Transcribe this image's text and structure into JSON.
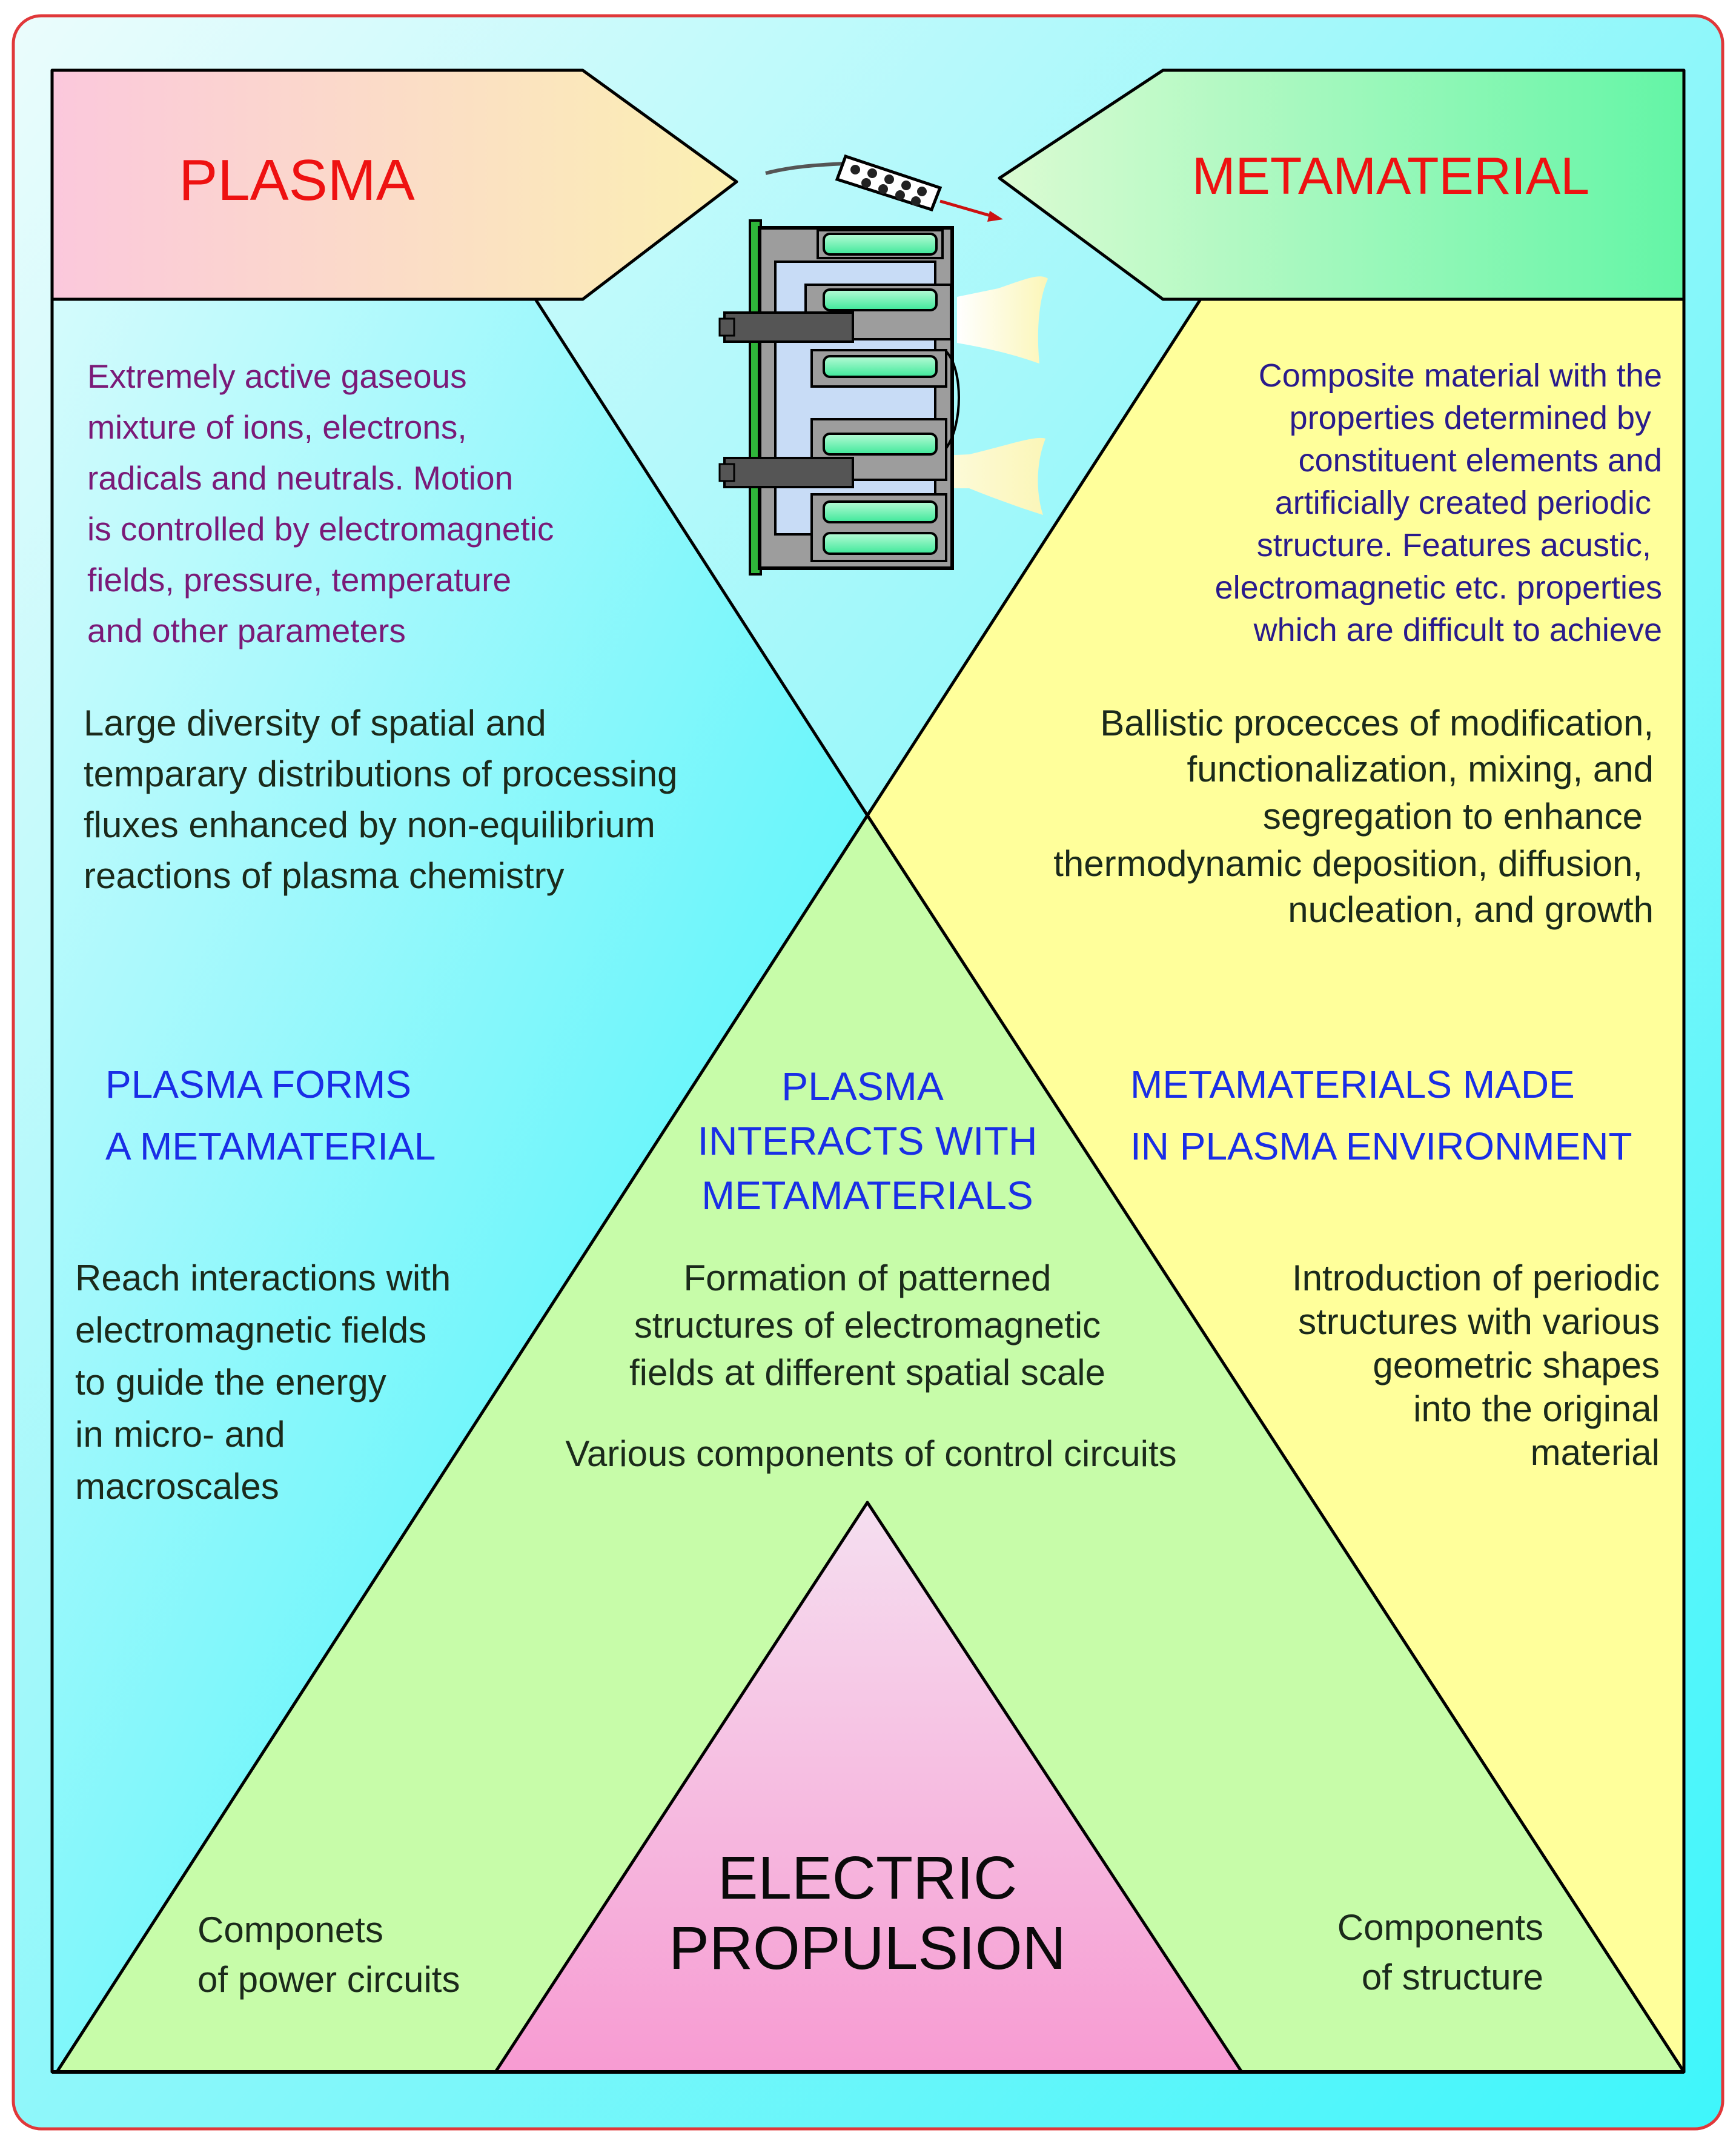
{
  "header": {
    "plasma_title": "PLASMA",
    "metamaterial_title": "METAMATERIAL"
  },
  "plasma_definition": [
    "Extremely active gaseous",
    "mixture of ions, electrons,",
    "radicals and neutrals. Motion",
    "is controlled by electromagnetic",
    "fields, pressure, temperature",
    "and other parameters"
  ],
  "plasma_processing": [
    "Large diversity of spatial and",
    "temparary distributions of processing",
    "fluxes enhanced by non-equilibrium",
    "reactions of plasma chemistry"
  ],
  "metamaterial_definition": [
    "Composite material with the",
    "properties determined by",
    "constituent elements and",
    "artificially created periodic",
    "structure. Features acustic,",
    "electromagnetic etc. properties",
    "which are difficult to achieve"
  ],
  "metamaterial_processing": [
    "Ballistic procecces of modification,",
    "functionalization, mixing, and",
    "segregation to enhance",
    "thermodynamic deposition, diffusion,",
    "nucleation, and growth"
  ],
  "left_section": {
    "heading": [
      "PLASMA FORMS",
      "A METAMATERIAL"
    ],
    "body": [
      "Reach interactions with",
      "electromagnetic fields",
      "to guide the energy",
      "in micro- and",
      "macroscales"
    ]
  },
  "center_section": {
    "heading": [
      "PLASMA",
      "INTERACTS WITH",
      "METAMATERIALS"
    ],
    "body": [
      "Formation of patterned",
      "structures of electromagnetic",
      "fields at different spatial scale"
    ],
    "circuits": "Various components of control circuits"
  },
  "right_section": {
    "heading": [
      "METAMATERIALS MADE",
      "IN PLASMA ENVIRONMENT"
    ],
    "body": [
      "Introduction of periodic",
      "structures with various",
      "geometric shapes",
      "into the original",
      "material"
    ]
  },
  "bottom": {
    "power": [
      "Componets",
      "of power circuits"
    ],
    "structure": [
      "Components",
      "of structure"
    ],
    "apex": [
      "ELECTRIC",
      "PROPULSION"
    ]
  },
  "colors": {
    "title_red": "#ee1111",
    "definition_purple": "#7a1a78",
    "definition_navy": "#2a1b8c",
    "heading_blue": "#1a2ee6",
    "body_dark": "#1b2a1b",
    "cyan": "#4ef6fb",
    "yellow": "#ffff9a",
    "green": "#c8fca8",
    "pink": "#f7a6d6"
  }
}
